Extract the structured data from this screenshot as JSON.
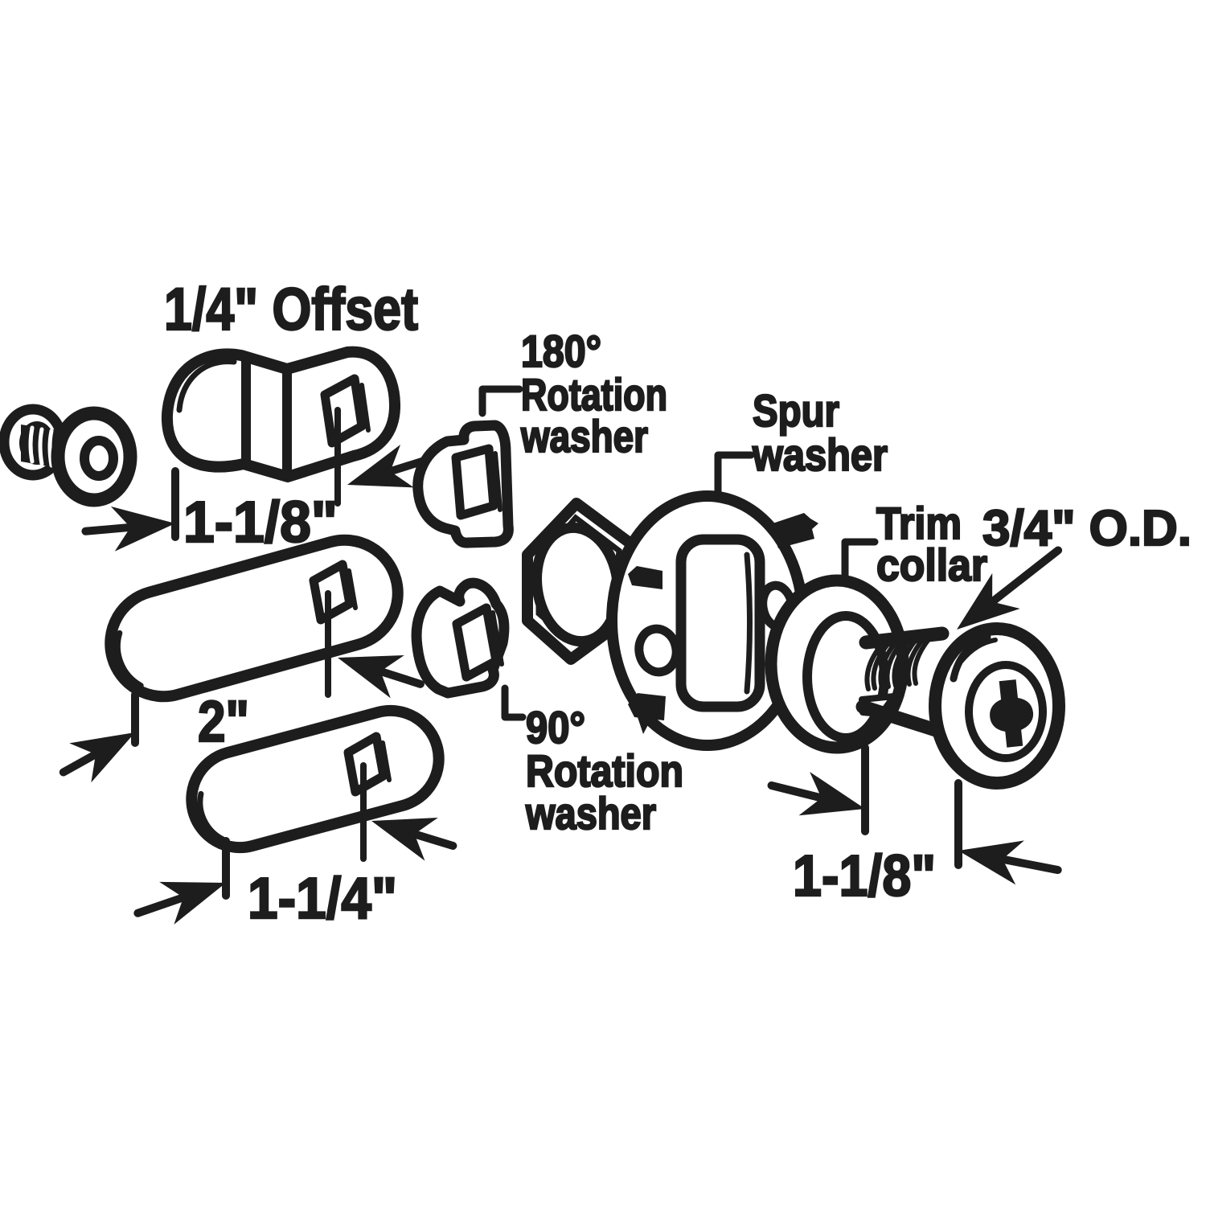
{
  "diagram": {
    "title": "1/4\" Offset",
    "ink_color": "#1d1d1d",
    "background_color": "#ffffff",
    "labels": {
      "washer_180": {
        "line1": "180°",
        "line2": "Rotation",
        "line3": "washer"
      },
      "washer_90": {
        "line1": "90°",
        "line2": "Rotation",
        "line3": "washer"
      },
      "spur_washer": {
        "line1": "Spur",
        "line2": "washer"
      },
      "trim_collar": {
        "line1": "Trim",
        "line2": "collar"
      }
    },
    "dimensions": {
      "offset_cam_length": "1-1/8\"",
      "cam_2_length": "2\"",
      "cam_1_1_4_length": "1-1/4\"",
      "cylinder_od": "3/4\" O.D.",
      "cylinder_length": "1-1/8\""
    }
  }
}
